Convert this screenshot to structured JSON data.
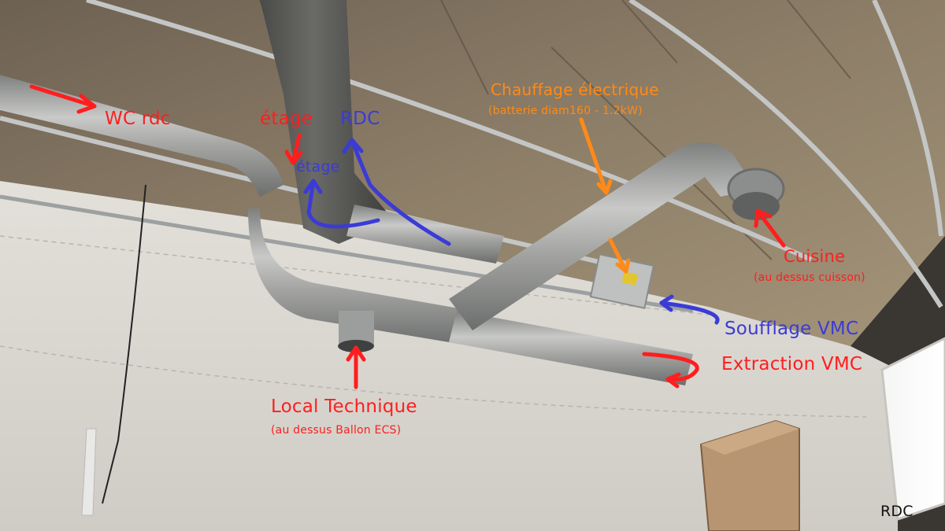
{
  "labels": {
    "wc_rdc": "WC rdc",
    "etage_red": "étage",
    "rdc_blue": "RDC",
    "etage_blue": "étage",
    "chauffage_title": "Chauffage électrique",
    "chauffage_sub": "(batterie diam160 - 1.2kW)",
    "cuisine_title": "Cuisine",
    "cuisine_sub": "(au dessus cuisson)",
    "soufflage": "Soufflage VMC",
    "extraction": "Extraction VMC",
    "local_title": "Local Technique",
    "local_sub": "(au dessus Ballon ECS)",
    "corner": "RDC"
  },
  "colors": {
    "annotation_red": "#ff1e1e",
    "annotation_blue": "#3b3bd6",
    "annotation_orange": "#ff8a18",
    "duct_metal": "#a9aaa8",
    "ceiling_board": "#8a7a64",
    "wall": "#d9d6d0"
  }
}
